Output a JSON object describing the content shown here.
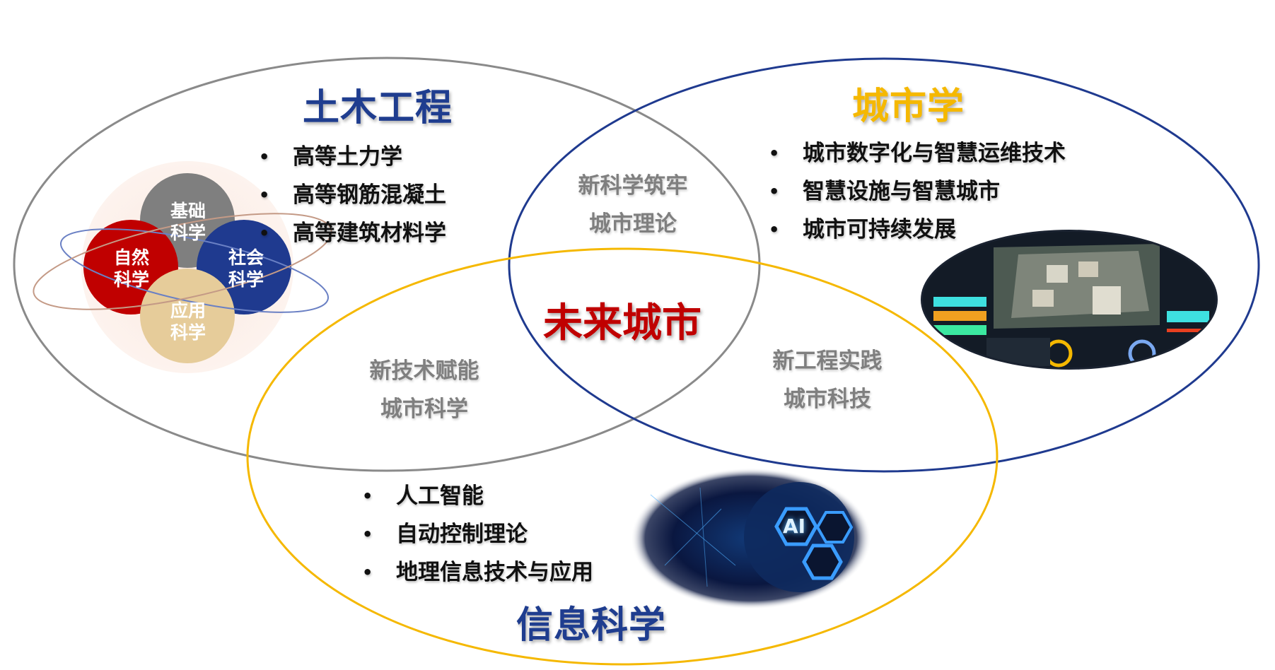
{
  "diagram": {
    "center_label": "未来城市",
    "colors": {
      "civil_ellipse": "#808080",
      "urban_ellipse": "#1f3a8f",
      "info_ellipse": "#f5b800",
      "center_text": "#c00000",
      "civil_title": "#1f3d8f",
      "urban_title": "#f5b800",
      "info_title": "#1f3d8f",
      "overlap_text": "#7f7f7f"
    },
    "sets": {
      "civil": {
        "title": "土木工程",
        "items": [
          "高等土力学",
          "高等钢筋混凝土",
          "高等建筑材料学"
        ]
      },
      "urban": {
        "title": "城市学",
        "items": [
          "城市数字化与智慧运维技术",
          "智慧设施与智慧城市",
          "城市可持续发展"
        ]
      },
      "info": {
        "title": "信息科学",
        "items": [
          "人工智能",
          "自动控制理论",
          "地理信息技术与应用"
        ]
      }
    },
    "overlaps": {
      "civil_urban": {
        "line1": "新科学筑牢",
        "line2": "城市理论"
      },
      "civil_info": {
        "line1": "新技术赋能",
        "line2": "城市科学"
      },
      "urban_info": {
        "line1": "新工程实践",
        "line2": "城市科技"
      }
    },
    "science_cluster": {
      "basic": {
        "line1": "基础",
        "line2": "科学",
        "color": "#7f7f7f"
      },
      "natural": {
        "line1": "自然",
        "line2": "科学",
        "color": "#c00000"
      },
      "social": {
        "line1": "社会",
        "line2": "科学",
        "color": "#1f3a8f"
      },
      "applied": {
        "line1": "应用",
        "line2": "科学",
        "color": "#e6cc9a"
      }
    },
    "images": {
      "dashboard": "smart-city-dashboard",
      "ai": "ai-sphere",
      "ai_label": "AI"
    }
  }
}
